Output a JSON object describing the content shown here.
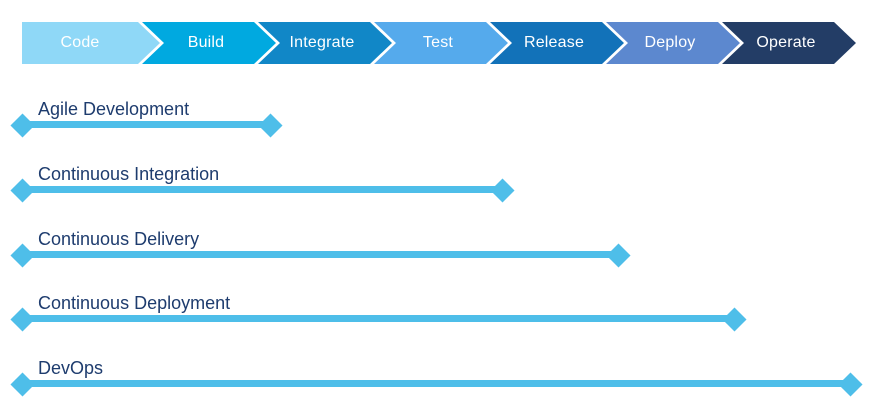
{
  "diagram": {
    "stages": [
      {
        "label": "Code",
        "color": "#8FD8F7"
      },
      {
        "label": "Build",
        "color": "#00A9E0"
      },
      {
        "label": "Integrate",
        "color": "#1187C7"
      },
      {
        "label": "Test",
        "color": "#55AAEC"
      },
      {
        "label": "Release",
        "color": "#1272B9"
      },
      {
        "label": "Deploy",
        "color": "#5C88CF"
      },
      {
        "label": "Operate",
        "color": "#233D66"
      }
    ],
    "spans": [
      {
        "label": "Agile Development",
        "from_stage": "Code",
        "through_stage": "Build"
      },
      {
        "label": "Continuous Integration",
        "from_stage": "Code",
        "through_stage": "Test"
      },
      {
        "label": "Continuous Delivery",
        "from_stage": "Code",
        "through_stage": "Release"
      },
      {
        "label": "Continuous Deployment",
        "from_stage": "Code",
        "through_stage": "Deploy"
      },
      {
        "label": "DevOps",
        "from_stage": "Code",
        "through_stage": "Operate"
      }
    ],
    "colors": {
      "span_line": "#4EBEE9",
      "span_label_text": "#1E3C6E",
      "stage_text": "#FFFFFF",
      "background": "#FFFFFF"
    }
  }
}
